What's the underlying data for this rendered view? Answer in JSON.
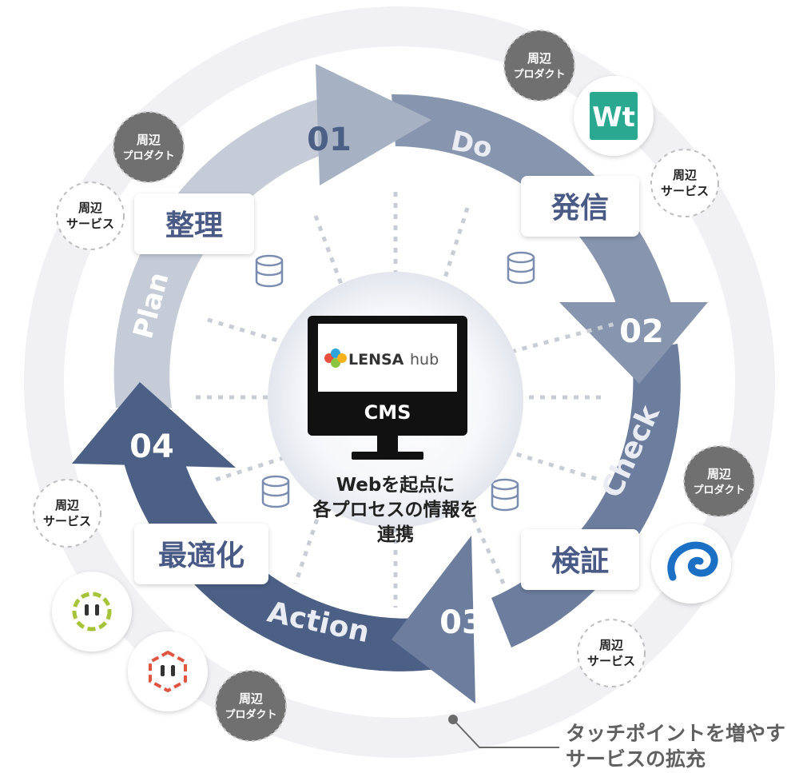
{
  "center": {
    "brand": "LENSAhub",
    "brand_bold": "LENSA",
    "brand_light": "hub",
    "cms_label": "CMS",
    "caption_line1": "Webを起点に",
    "caption_line2": "各プロセスの情報を",
    "caption_line3": "連携"
  },
  "steps": [
    {
      "number": "01",
      "phase": "Do",
      "label": "発信"
    },
    {
      "number": "02",
      "phase": "Check",
      "label": "検証"
    },
    {
      "number": "03",
      "phase": "Action",
      "label": "最適化"
    },
    {
      "number": "04",
      "phase": "Plan",
      "label": "整理"
    }
  ],
  "badges": {
    "product_line1": "周辺",
    "product_line2": "プロダクト",
    "service_line1": "周辺",
    "service_line2": "サービス"
  },
  "product_logos": {
    "wt": "Wt"
  },
  "footnote": {
    "line1": "タッチポイントを増やす",
    "line2": "サービスの拡充"
  },
  "colors": {
    "do": "#8795ae",
    "check": "#6c7d9e",
    "action": "#4c5f85",
    "plan": "#c5ccd8",
    "label_text": "#4a5a86",
    "badge_dark": "#707070",
    "outer_ring": "#f1f1f3",
    "wt_green": "#2aa890"
  }
}
